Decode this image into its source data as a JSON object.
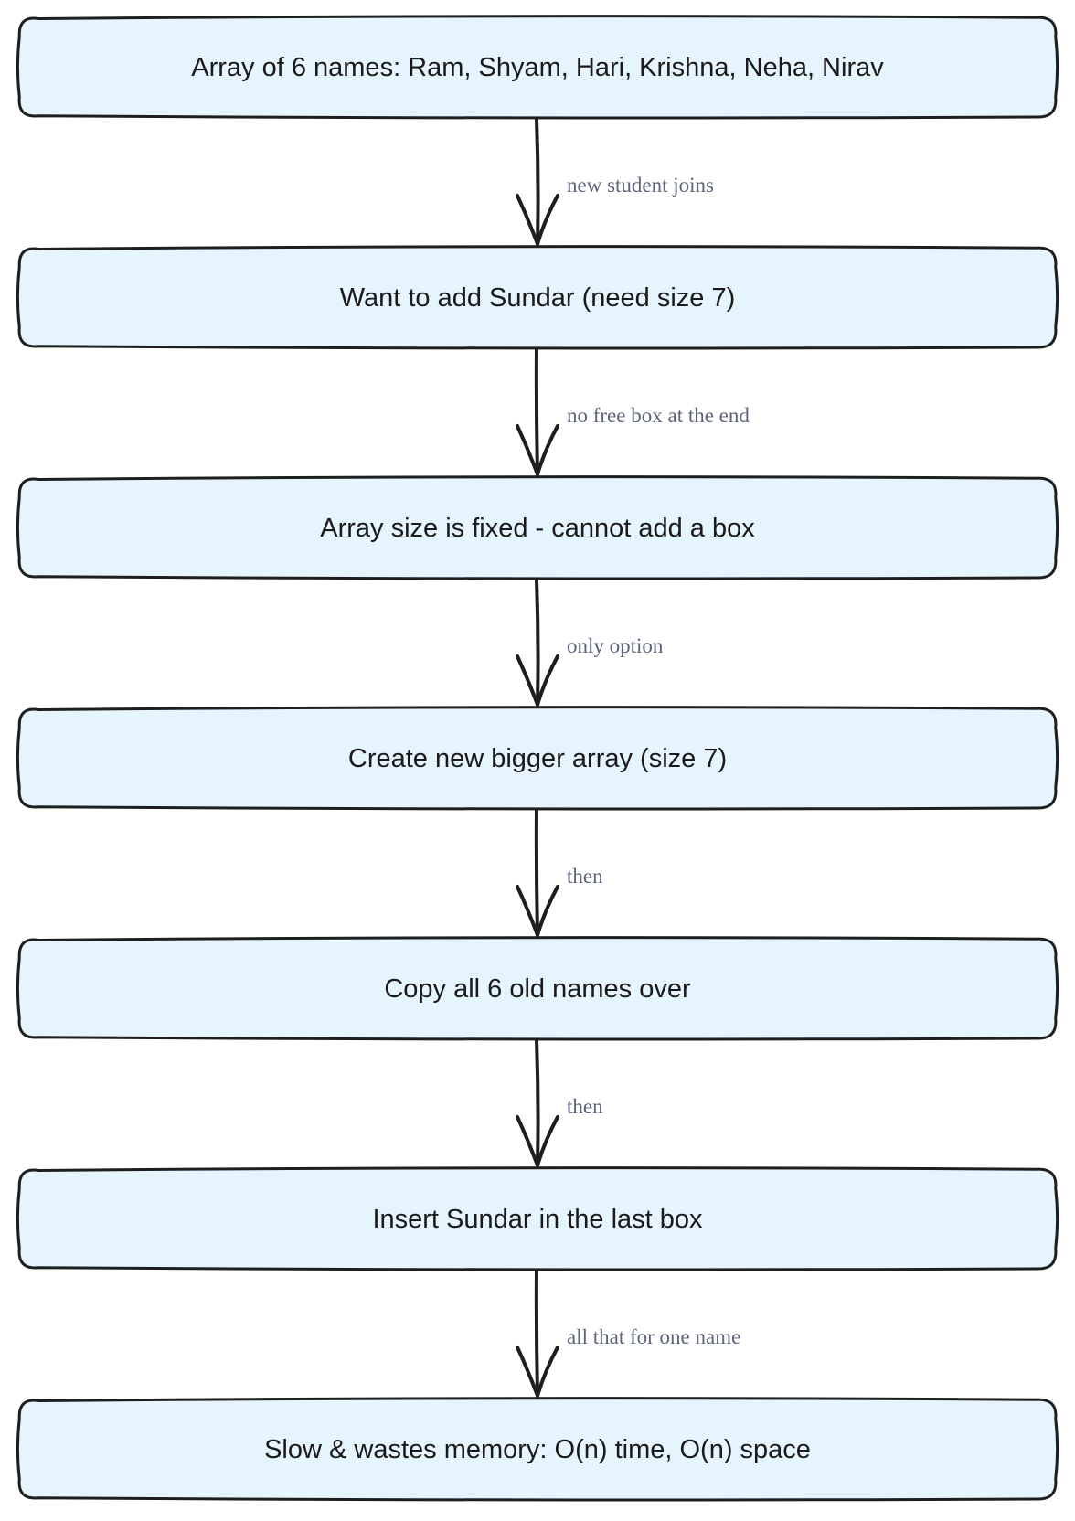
{
  "colors": {
    "node_fill": "#e6f4fd",
    "node_stroke": "#1e1e1e",
    "edge_stroke": "#1e1e1e",
    "edge_label": "#5c6478",
    "node_text": "#1a1a1a"
  },
  "nodes": [
    {
      "id": "n1",
      "label": "Array of 6 names: Ram, Shyam, Hari, Krishna, Neha, Nirav"
    },
    {
      "id": "n2",
      "label": "Want to add Sundar (need size 7)"
    },
    {
      "id": "n3",
      "label": "Array size is fixed - cannot add a box"
    },
    {
      "id": "n4",
      "label": "Create new bigger array (size 7)"
    },
    {
      "id": "n5",
      "label": "Copy all 6 old names over"
    },
    {
      "id": "n6",
      "label": "Insert Sundar in the last box"
    },
    {
      "id": "n7",
      "label": "Slow & wastes memory: O(n) time, O(n) space"
    }
  ],
  "edges": [
    {
      "from": "n1",
      "to": "n2",
      "label": "new student joins"
    },
    {
      "from": "n2",
      "to": "n3",
      "label": "no free box at the end"
    },
    {
      "from": "n3",
      "to": "n4",
      "label": "only option"
    },
    {
      "from": "n4",
      "to": "n5",
      "label": "then"
    },
    {
      "from": "n5",
      "to": "n6",
      "label": "then"
    },
    {
      "from": "n6",
      "to": "n7",
      "label": "all that for one name"
    }
  ]
}
